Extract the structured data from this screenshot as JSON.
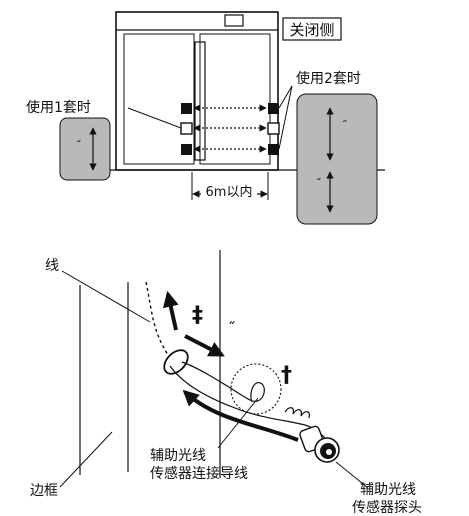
{
  "top_diagram": {
    "closed_side_label": "关闭侧",
    "use_one_set_label": "使用1套时",
    "use_two_sets_label": "使用2套时",
    "distance_label": "6m以内"
  },
  "bottom_diagram": {
    "line_label": "线",
    "frame_label": "边框",
    "cable_label_line1": "辅助光线",
    "cable_label_line2": "传感器连接导线",
    "probe_label_line1": "辅助光线",
    "probe_label_line2": "传感器探头"
  },
  "colors": {
    "panel_fill": "#b9b9b9",
    "stroke": "#111111",
    "background": "#ffffff"
  }
}
